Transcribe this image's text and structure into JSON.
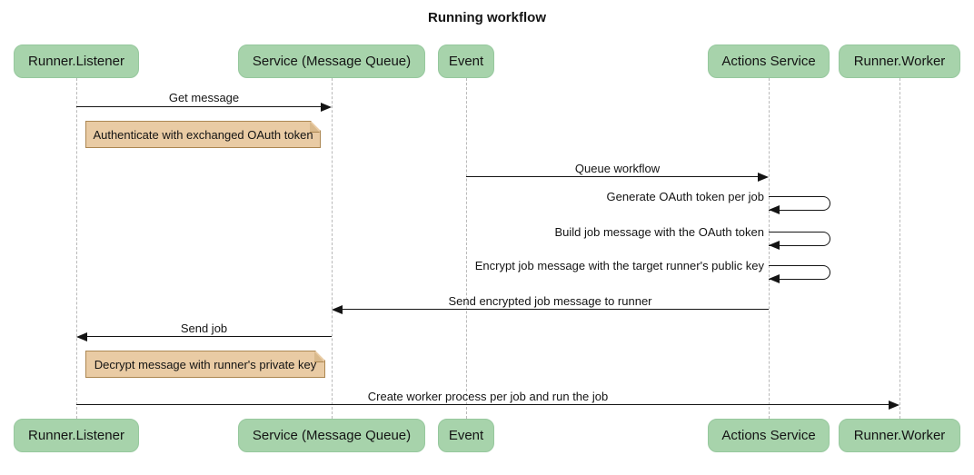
{
  "title": "Running workflow",
  "colors": {
    "participant_fill": "#a7d3ab",
    "participant_border": "#96c89d",
    "note_fill": "#e9cba4",
    "note_border": "#ac8752",
    "note_fold": "#d9b98c",
    "lifeline": "#b9b9b9",
    "line": "#141414"
  },
  "participants": [
    {
      "label": "Runner.Listener"
    },
    {
      "label": "Service (Message Queue)"
    },
    {
      "label": "Event"
    },
    {
      "label": "Actions Service"
    },
    {
      "label": "Runner.Worker"
    }
  ],
  "messages": [
    {
      "label": "Get message",
      "from": "Runner.Listener",
      "to": "Service (Message Queue)"
    },
    {
      "label": "Queue workflow",
      "from": "Event",
      "to": "Actions Service"
    },
    {
      "label": "Generate OAuth token per job",
      "from": "Actions Service",
      "to": "Actions Service",
      "self": true
    },
    {
      "label": "Build job message with the OAuth token",
      "from": "Actions Service",
      "to": "Actions Service",
      "self": true
    },
    {
      "label": "Encrypt job message with the target runner's public key",
      "from": "Actions Service",
      "to": "Actions Service",
      "self": true
    },
    {
      "label": "Send encrypted job message to runner",
      "from": "Actions Service",
      "to": "Service (Message Queue)"
    },
    {
      "label": "Send job",
      "from": "Service (Message Queue)",
      "to": "Runner.Listener"
    },
    {
      "label": "Create worker process per job and run the job",
      "from": "Runner.Listener",
      "to": "Runner.Worker"
    }
  ],
  "notes": [
    {
      "label": "Authenticate with exchanged OAuth token",
      "anchor": "Runner.Listener"
    },
    {
      "label": "Decrypt message with runner's private key",
      "anchor": "Runner.Listener"
    }
  ]
}
